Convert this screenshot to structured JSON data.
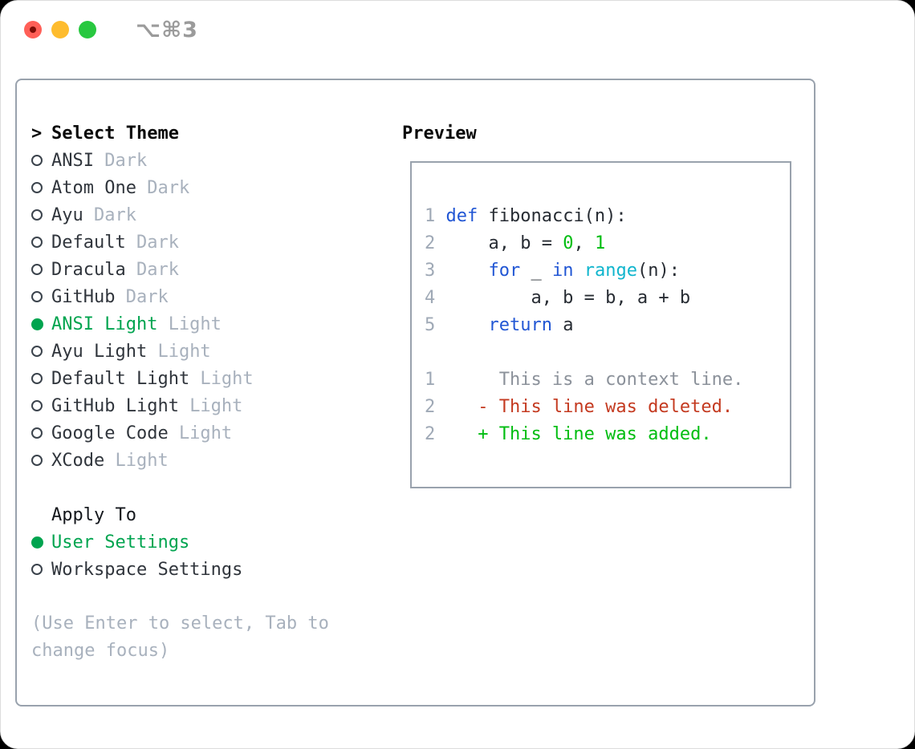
{
  "titlebar": {
    "title": "⌥⌘3"
  },
  "colors": {
    "accent_green": "#00a44f",
    "bright_green": "#00bd10",
    "keyword_blue": "#2156d4",
    "builtin_cyan": "#10b5cd",
    "deleted_red": "#c43a20",
    "muted_gray": "#a8b1bd",
    "context_gray": "#8b919a",
    "line_number_gray": "#9fa9b6",
    "border_gray": "#99a2ad",
    "text_dark": "#30353c",
    "traffic_red": "#ff5f57",
    "traffic_yellow": "#febc2e",
    "traffic_green": "#28c840"
  },
  "theme_list": {
    "header_prefix": ">",
    "header": "Select Theme",
    "items": [
      {
        "name": "ANSI",
        "variant": "Dark",
        "selected": false
      },
      {
        "name": "Atom One",
        "variant": "Dark",
        "selected": false
      },
      {
        "name": "Ayu",
        "variant": "Dark",
        "selected": false
      },
      {
        "name": "Default",
        "variant": "Dark",
        "selected": false
      },
      {
        "name": "Dracula",
        "variant": "Dark",
        "selected": false
      },
      {
        "name": "GitHub",
        "variant": "Dark",
        "selected": false
      },
      {
        "name": "ANSI Light",
        "variant": "Light",
        "selected": true
      },
      {
        "name": "Ayu Light",
        "variant": "Light",
        "selected": false
      },
      {
        "name": "Default Light",
        "variant": "Light",
        "selected": false
      },
      {
        "name": "GitHub Light",
        "variant": "Light",
        "selected": false
      },
      {
        "name": "Google Code",
        "variant": "Light",
        "selected": false
      },
      {
        "name": "XCode",
        "variant": "Light",
        "selected": false
      }
    ]
  },
  "apply_to": {
    "header": "Apply To",
    "options": [
      {
        "label": "User Settings",
        "selected": true
      },
      {
        "label": "Workspace Settings",
        "selected": false
      }
    ]
  },
  "help": {
    "line1": "(Use Enter to select, Tab to",
    "line2": "change focus)"
  },
  "preview": {
    "header": "Preview",
    "lines": [
      {
        "n": "1",
        "tokens": [
          [
            "kw",
            "def"
          ],
          [
            "fg",
            " fibonacci(n):"
          ]
        ]
      },
      {
        "n": "2",
        "tokens": [
          [
            "fg",
            "    a, b = "
          ],
          [
            "num",
            "0"
          ],
          [
            "fg",
            ", "
          ],
          [
            "num",
            "1"
          ]
        ]
      },
      {
        "n": "3",
        "tokens": [
          [
            "fg",
            "    "
          ],
          [
            "kw",
            "for"
          ],
          [
            "fg",
            " _ "
          ],
          [
            "kw",
            "in"
          ],
          [
            "fg",
            " "
          ],
          [
            "fn",
            "range"
          ],
          [
            "fg",
            "(n):"
          ]
        ]
      },
      {
        "n": "4",
        "tokens": [
          [
            "fg",
            "        a, b = b, a + b"
          ]
        ]
      },
      {
        "n": "5",
        "tokens": [
          [
            "fg",
            "    "
          ],
          [
            "kw",
            "return"
          ],
          [
            "fg",
            " a"
          ]
        ]
      },
      {
        "n": "",
        "tokens": []
      },
      {
        "n": "1",
        "tokens": [
          [
            "ctx",
            "     This is a context line."
          ]
        ]
      },
      {
        "n": "2",
        "tokens": [
          [
            "del",
            "   - This line was deleted."
          ]
        ]
      },
      {
        "n": "2",
        "tokens": [
          [
            "add",
            "   + This line was added."
          ]
        ]
      }
    ]
  }
}
